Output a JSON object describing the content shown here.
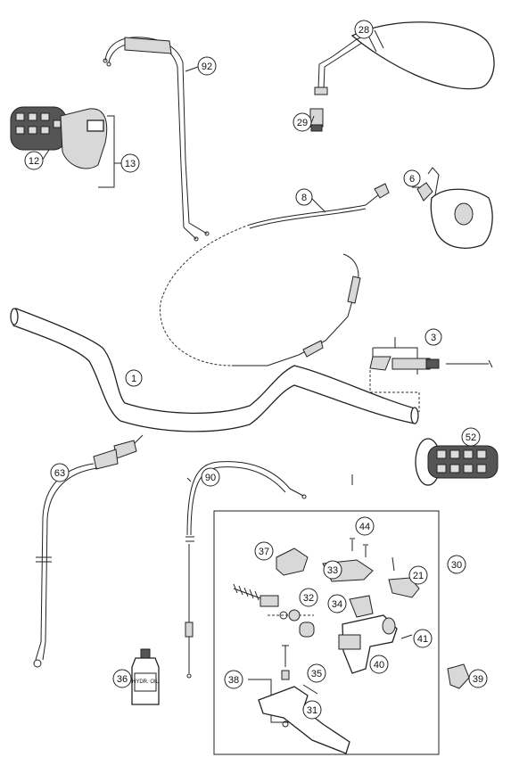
{
  "diagram": {
    "callouts": [
      "1",
      "3",
      "6",
      "8",
      "12",
      "13",
      "21",
      "28",
      "29",
      "30",
      "31",
      "32",
      "33",
      "34",
      "35",
      "36",
      "37",
      "38",
      "39",
      "40",
      "41",
      "44",
      "52",
      "63",
      "90",
      "92"
    ],
    "bottle_label": "HYDR. OIL"
  }
}
